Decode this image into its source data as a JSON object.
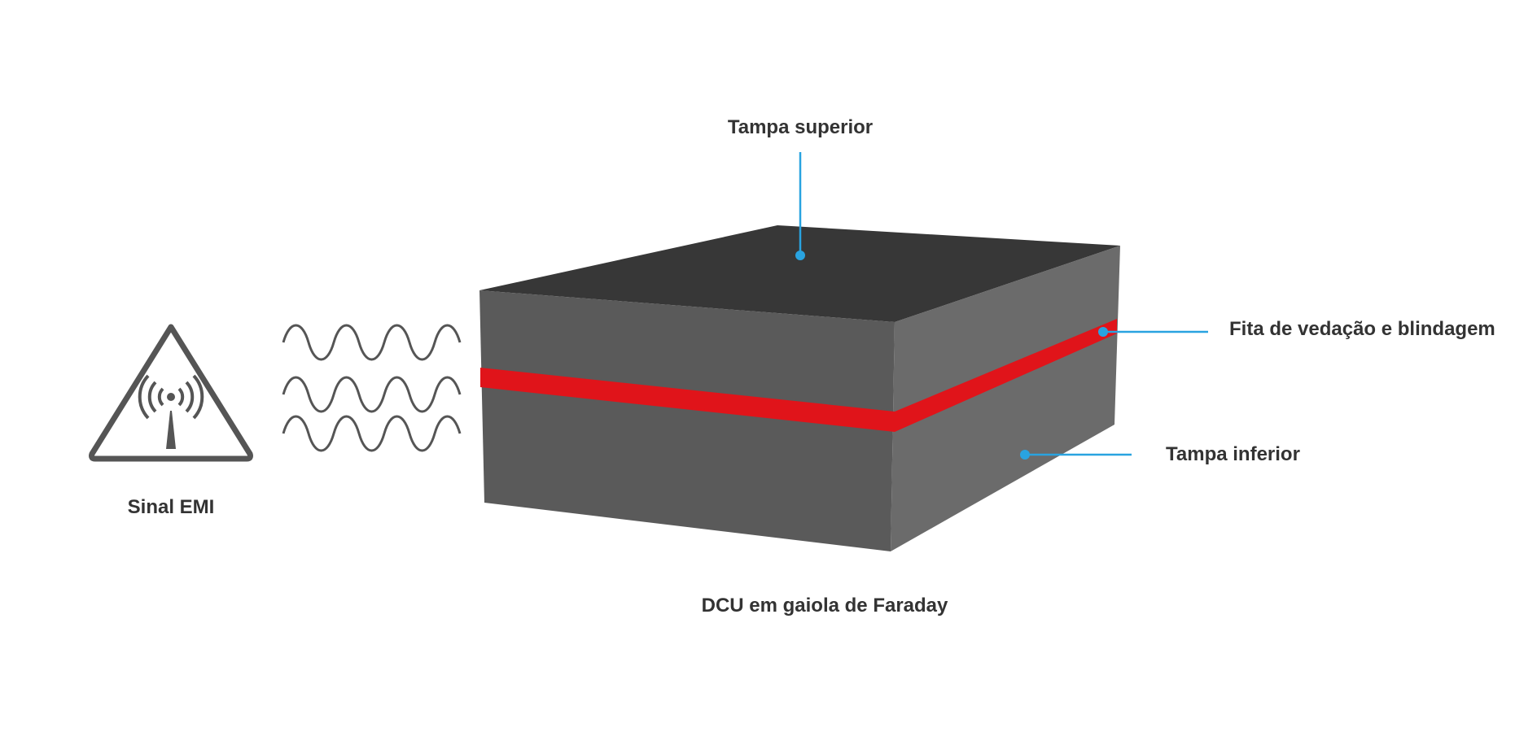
{
  "labels": {
    "top_cover": "Tampa superior",
    "sealing_tape": "Fita de vedação e blindagem",
    "bottom_cover": "Tampa inferior",
    "emi_signal": "Sinal EMI",
    "caption": "DCU em gaiola de Faraday"
  },
  "icons": {
    "emi_warning": "radio-wave-warning-icon",
    "waves": "sine-wave-icon"
  },
  "colors": {
    "top_face": "#373737",
    "front_face": "#5a5a5a",
    "side_face": "#6b6b6b",
    "seal": "#e0141a",
    "callout": "#29a3e0",
    "text": "#333333",
    "icon": "#555555"
  }
}
